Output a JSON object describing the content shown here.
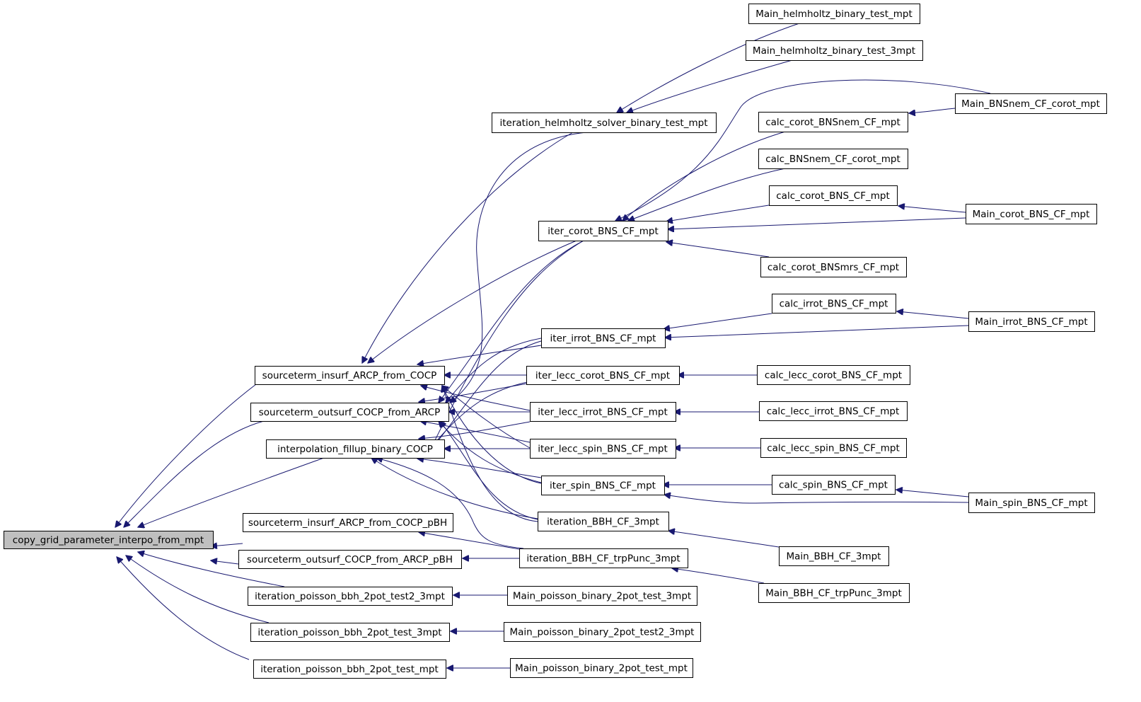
{
  "diagram": {
    "root": "copy_grid_parameter_interpo_from_mpt",
    "nodes": [
      {
        "id": "root",
        "label": "copy_grid_parameter_interpo_from_mpt"
      },
      {
        "id": "src_in",
        "label": "sourceterm_insurf_ARCP_from_COCP"
      },
      {
        "id": "src_out",
        "label": "sourceterm_outsurf_COCP_from_ARCP"
      },
      {
        "id": "interp",
        "label": "interpolation_fillup_binary_COCP"
      },
      {
        "id": "src_in_pbh",
        "label": "sourceterm_insurf_ARCP_from_COCP_pBH"
      },
      {
        "id": "src_out_pbh",
        "label": "sourceterm_outsurf_COCP_from_ARCP_pBH"
      },
      {
        "id": "it_pb_t2",
        "label": "iteration_poisson_bbh_2pot_test2_3mpt"
      },
      {
        "id": "it_pb_t3",
        "label": "iteration_poisson_bbh_2pot_test_3mpt"
      },
      {
        "id": "it_pb_tm",
        "label": "iteration_poisson_bbh_2pot_test_mpt"
      },
      {
        "id": "it_helm",
        "label": "iteration_helmholtz_solver_binary_test_mpt"
      },
      {
        "id": "iter_corot",
        "label": "iter_corot_BNS_CF_mpt"
      },
      {
        "id": "iter_irrot",
        "label": "iter_irrot_BNS_CF_mpt"
      },
      {
        "id": "iter_lecc_corot",
        "label": "iter_lecc_corot_BNS_CF_mpt"
      },
      {
        "id": "iter_lecc_irrot",
        "label": "iter_lecc_irrot_BNS_CF_mpt"
      },
      {
        "id": "iter_lecc_spin",
        "label": "iter_lecc_spin_BNS_CF_mpt"
      },
      {
        "id": "iter_spin",
        "label": "iter_spin_BNS_CF_mpt"
      },
      {
        "id": "it_bbh3",
        "label": "iteration_BBH_CF_3mpt"
      },
      {
        "id": "it_bbh_trp",
        "label": "iteration_BBH_CF_trpPunc_3mpt"
      },
      {
        "id": "main_pb_t3",
        "label": "Main_poisson_binary_2pot_test_3mpt"
      },
      {
        "id": "main_pb_t2",
        "label": "Main_poisson_binary_2pot_test2_3mpt"
      },
      {
        "id": "main_pb_tm",
        "label": "Main_poisson_binary_2pot_test_mpt"
      },
      {
        "id": "main_helm",
        "label": "Main_helmholtz_binary_test_mpt"
      },
      {
        "id": "main_helm3",
        "label": "Main_helmholtz_binary_test_3mpt"
      },
      {
        "id": "calc_corot_nem",
        "label": "calc_corot_BNSnem_CF_mpt"
      },
      {
        "id": "calc_nem_corot",
        "label": "calc_BNSnem_CF_corot_mpt"
      },
      {
        "id": "calc_corot",
        "label": "calc_corot_BNS_CF_mpt"
      },
      {
        "id": "calc_corot_mrs",
        "label": "calc_corot_BNSmrs_CF_mpt"
      },
      {
        "id": "calc_irrot",
        "label": "calc_irrot_BNS_CF_mpt"
      },
      {
        "id": "calc_lecc_corot",
        "label": "calc_lecc_corot_BNS_CF_mpt"
      },
      {
        "id": "calc_lecc_irrot",
        "label": "calc_lecc_irrot_BNS_CF_mpt"
      },
      {
        "id": "calc_lecc_spin",
        "label": "calc_lecc_spin_BNS_CF_mpt"
      },
      {
        "id": "calc_spin",
        "label": "calc_spin_BNS_CF_mpt"
      },
      {
        "id": "main_bbh3",
        "label": "Main_BBH_CF_3mpt"
      },
      {
        "id": "main_bbh_trp",
        "label": "Main_BBH_CF_trpPunc_3mpt"
      },
      {
        "id": "main_nem",
        "label": "Main_BNSnem_CF_corot_mpt"
      },
      {
        "id": "main_corot",
        "label": "Main_corot_BNS_CF_mpt"
      },
      {
        "id": "main_irrot",
        "label": "Main_irrot_BNS_CF_mpt"
      },
      {
        "id": "main_spin",
        "label": "Main_spin_BNS_CF_mpt"
      }
    ],
    "edges": [
      [
        "src_in",
        "root"
      ],
      [
        "src_out",
        "root"
      ],
      [
        "interp",
        "root"
      ],
      [
        "src_in_pbh",
        "root"
      ],
      [
        "src_out_pbh",
        "root"
      ],
      [
        "it_pb_t2",
        "root"
      ],
      [
        "it_pb_t3",
        "root"
      ],
      [
        "it_pb_tm",
        "root"
      ],
      [
        "main_pb_t3",
        "it_pb_t2"
      ],
      [
        "main_pb_t2",
        "it_pb_t3"
      ],
      [
        "main_pb_tm",
        "it_pb_tm"
      ],
      [
        "it_bbh_trp",
        "src_out_pbh"
      ],
      [
        "it_bbh_trp",
        "src_in_pbh"
      ],
      [
        "it_helm",
        "src_in"
      ],
      [
        "iter_corot",
        "src_in"
      ],
      [
        "iter_irrot",
        "src_in"
      ],
      [
        "iter_lecc_corot",
        "src_in"
      ],
      [
        "iter_lecc_irrot",
        "src_in"
      ],
      [
        "iter_lecc_spin",
        "src_in"
      ],
      [
        "iter_spin",
        "src_in"
      ],
      [
        "it_bbh3",
        "src_in"
      ],
      [
        "it_helm",
        "src_out"
      ],
      [
        "iter_corot",
        "src_out"
      ],
      [
        "iter_irrot",
        "src_out"
      ],
      [
        "iter_lecc_corot",
        "src_out"
      ],
      [
        "iter_lecc_irrot",
        "src_out"
      ],
      [
        "iter_lecc_spin",
        "src_out"
      ],
      [
        "iter_spin",
        "src_out"
      ],
      [
        "it_bbh3",
        "src_out"
      ],
      [
        "iter_corot",
        "interp"
      ],
      [
        "iter_irrot",
        "interp"
      ],
      [
        "iter_lecc_corot",
        "interp"
      ],
      [
        "iter_lecc_irrot",
        "interp"
      ],
      [
        "iter_lecc_spin",
        "interp"
      ],
      [
        "iter_spin",
        "interp"
      ],
      [
        "it_bbh3",
        "interp"
      ],
      [
        "it_bbh_trp",
        "interp"
      ],
      [
        "main_helm",
        "it_helm"
      ],
      [
        "main_helm3",
        "it_helm"
      ],
      [
        "calc_corot_nem",
        "iter_corot"
      ],
      [
        "calc_nem_corot",
        "iter_corot"
      ],
      [
        "calc_corot",
        "iter_corot"
      ],
      [
        "calc_corot_mrs",
        "iter_corot"
      ],
      [
        "main_nem",
        "iter_corot"
      ],
      [
        "main_corot",
        "iter_corot"
      ],
      [
        "main_nem",
        "calc_corot_nem"
      ],
      [
        "main_corot",
        "calc_corot"
      ],
      [
        "calc_irrot",
        "iter_irrot"
      ],
      [
        "main_irrot",
        "iter_irrot"
      ],
      [
        "main_irrot",
        "calc_irrot"
      ],
      [
        "calc_lecc_corot",
        "iter_lecc_corot"
      ],
      [
        "calc_lecc_irrot",
        "iter_lecc_irrot"
      ],
      [
        "calc_lecc_spin",
        "iter_lecc_spin"
      ],
      [
        "calc_spin",
        "iter_spin"
      ],
      [
        "main_spin",
        "iter_spin"
      ],
      [
        "main_spin",
        "calc_spin"
      ],
      [
        "main_bbh3",
        "it_bbh3"
      ],
      [
        "main_bbh_trp",
        "it_bbh_trp"
      ]
    ]
  }
}
